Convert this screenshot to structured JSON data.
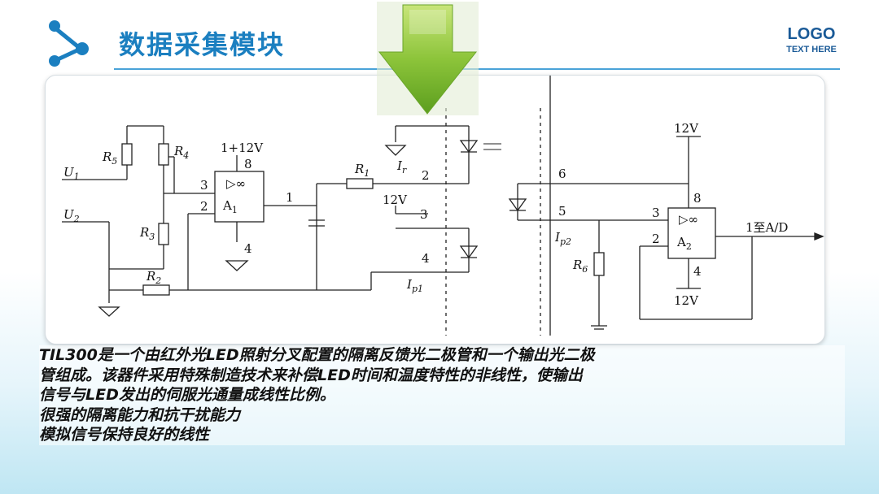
{
  "header": {
    "title": "数据采集模块",
    "logo_main": "LOGO",
    "logo_sub": "TEXT HERE",
    "accent_color": "#1b7fc0"
  },
  "diagram": {
    "labels": {
      "u1": "U",
      "u1_sub": "1",
      "u2": "U",
      "u2_sub": "2",
      "r5": "R",
      "r5_sub": "5",
      "r4": "R",
      "r4_sub": "4",
      "r3": "R",
      "r3_sub": "3",
      "r2": "R",
      "r2_sub": "2",
      "r1": "R",
      "r1_sub": "1",
      "r6": "R",
      "r6_sub": "6",
      "supply_a1": "1+12V",
      "a1_pin8": "8",
      "a1_pin3": "3",
      "a1_pin2": "2",
      "a1_pin4": "4",
      "a1_out": "1",
      "a1_name": "A",
      "a1_sub": "1",
      "a1_sym": "▷∞",
      "ir": "I",
      "ir_sub": "r",
      "pin2": "2",
      "v12_mid": "12V",
      "pin3": "3",
      "pin4": "4",
      "ip1": "I",
      "ip1_sub": "p1",
      "pin6": "6",
      "pin5": "5",
      "ip2": "I",
      "ip2_sub": "p2",
      "v12_top": "12V",
      "a2_pin8": "8",
      "a2_pin3": "3",
      "a2_pin2": "2",
      "a2_pin4": "4",
      "a2_name": "A",
      "a2_sub": "2",
      "a2_sym": "▷∞",
      "v12_bottom": "12V",
      "output": "1至A/D"
    }
  },
  "body_text": [
    "TIL300是一个由红外光LED照射分叉配置的隔离反馈光二极管和一个输出光二极",
    "管组成。该器件采用特殊制造技术来补偿LED时间和温度特性的非线性，使输出",
    "信号与LED发出的伺服光通量成线性比例。",
    "很强的隔离能力和抗干扰能力",
    "模拟信号保持良好的线性"
  ]
}
